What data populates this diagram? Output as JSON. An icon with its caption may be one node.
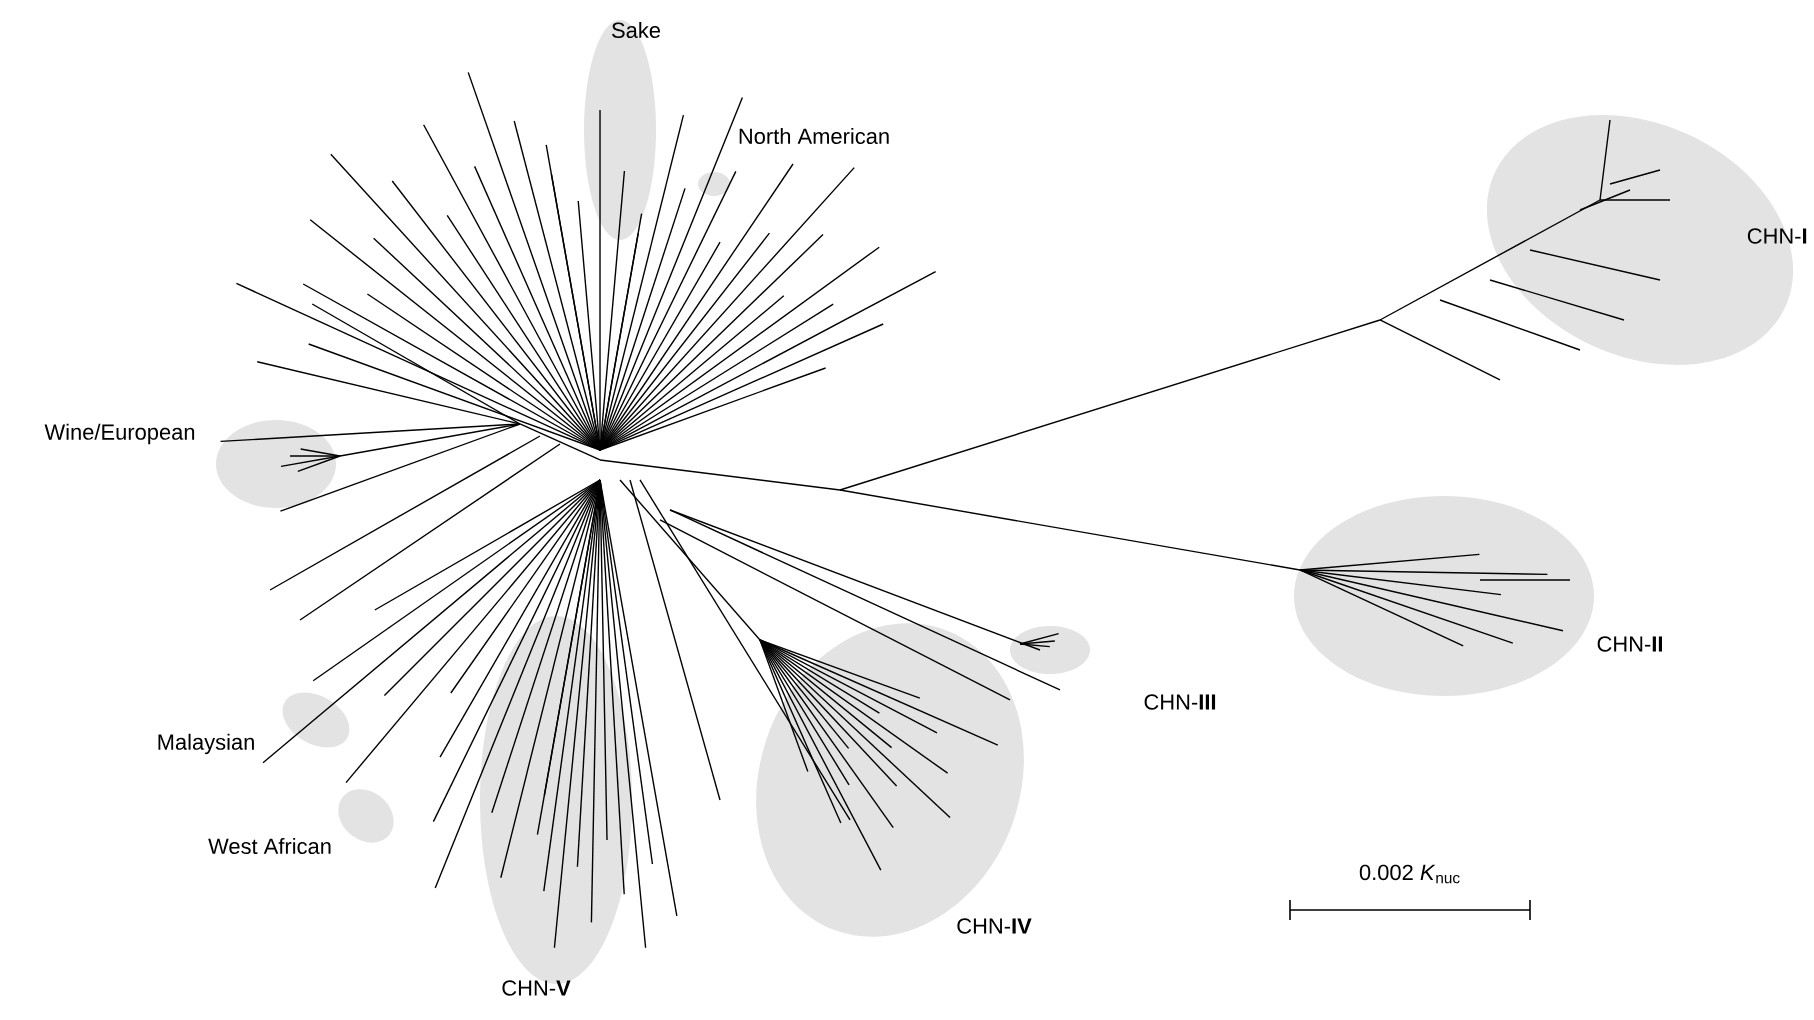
{
  "diagram": {
    "labels": [
      "Sake",
      "North American",
      "CHN-**I**",
      "Wine/European",
      "CHN-**II**",
      "CHN-**III**",
      "Malaysian",
      "West African",
      "CHN-**IV**",
      "0.002 *K*$_{nuc}$",
      "CHN-**V**"
    ]
  }
}
